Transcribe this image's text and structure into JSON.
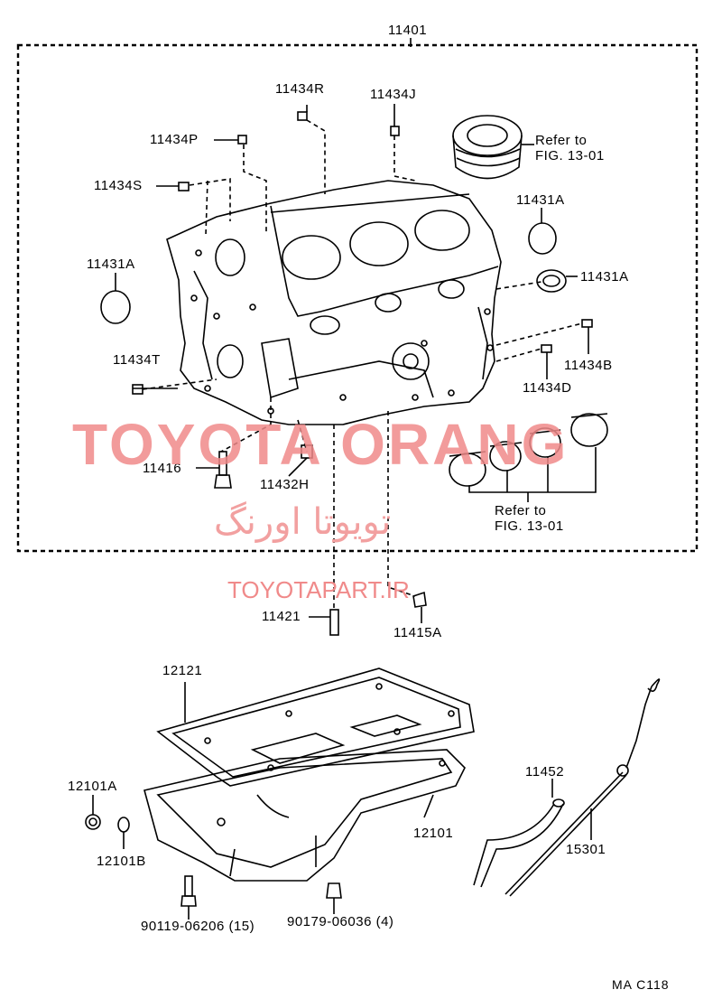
{
  "labels": {
    "assembly": "11401",
    "p_11434R": "11434R",
    "p_11434J": "11434J",
    "p_11434P": "11434P",
    "p_11434S": "11434S",
    "p_11431A_left": "11431A",
    "p_11431A_topright": "11431A",
    "p_11431A_right": "11431A",
    "p_11434T": "11434T",
    "p_11434B": "11434B",
    "p_11434D": "11434D",
    "p_11416": "11416",
    "p_11432H": "11432H",
    "p_11421": "11421",
    "p_11415A": "11415A",
    "p_12121": "12121",
    "p_12101A": "12101A",
    "p_12101B": "12101B",
    "p_12101": "12101",
    "p_11452": "11452",
    "p_15301": "15301",
    "p_90119": "90119-06206 (15)",
    "p_90179": "90179-06036 (4)"
  },
  "refs": {
    "piston_line1": "Refer to",
    "piston_line2": "FIG. 13-01",
    "bearing_line1": "Refer to",
    "bearing_line2": "FIG. 13-01"
  },
  "watermark": {
    "brand": "TOYOTA ORANG",
    "persian": "تویوتا اورنگ",
    "url": "TOYOTAPART.IR"
  },
  "figure_code": "MA C118",
  "colors": {
    "line": "#000000",
    "watermark": "#f08a8a"
  }
}
